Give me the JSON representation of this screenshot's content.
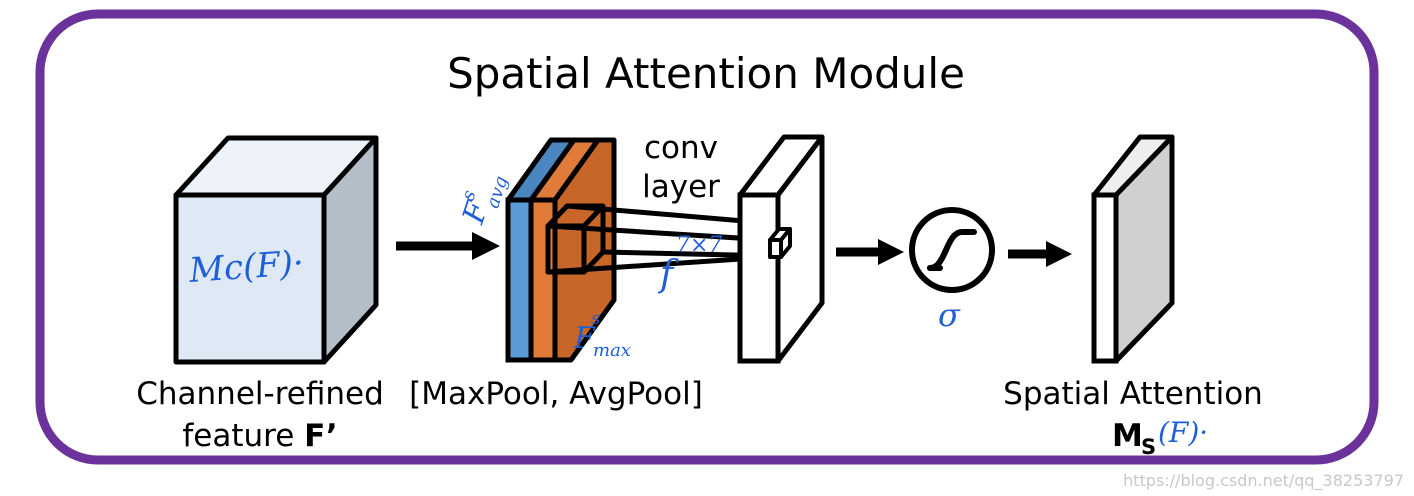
{
  "title": "Spatial Attention Module",
  "labels": {
    "input_line1": "Channel-refined",
    "input_line2_prefix": "feature ",
    "input_line2_symbol": "F’",
    "pool": "[MaxPool, AvgPool]",
    "conv_line1": "conv",
    "conv_line2": "layer",
    "output_line1": "Spatial Attention",
    "output_symbol_main": "M",
    "output_symbol_sub": "S"
  },
  "handwritten": {
    "input_cube": "Mc(F)·",
    "f_avg": "F",
    "f_avg_sup": "s",
    "f_avg_sub": "avg",
    "f_max": "F",
    "f_max_sup": "s",
    "f_max_sub": "max",
    "kernel": "f",
    "kernel_sup": "7×7",
    "sigma": "σ",
    "output_suffix": "(F)·"
  },
  "watermark": "https://blog.csdn.net/qq_38253797",
  "colors": {
    "frame": "#6a329a",
    "cube_front": "#dfe9f5",
    "cube_top": "#eef3fa",
    "cube_side": "#b4bec9",
    "avg_map": "#5b9bd5",
    "max_map": "#e07b39",
    "max_map_top": "#c8662a",
    "output_map": "#d0d0d0",
    "ink": "#000000",
    "handwriting": "#1f5fd6"
  }
}
